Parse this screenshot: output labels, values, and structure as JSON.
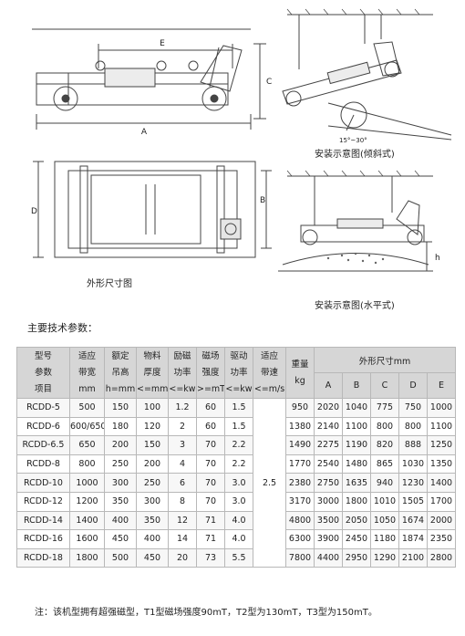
{
  "captions": {
    "outline": "外形尺寸图",
    "incline": "安装示意图(倾斜式)",
    "horizontal": "安装示意图(水平式)"
  },
  "dimension_letters": {
    "a": "A",
    "b": "B",
    "c": "C",
    "d": "D",
    "e": "E",
    "h": "h",
    "angle": "15°~30°"
  },
  "section_title": "主要技术参数：",
  "table": {
    "headers": [
      [
        "型号",
        "参数",
        "项目"
      ],
      [
        "适应",
        "带宽",
        "mm"
      ],
      [
        "额定",
        "吊高",
        "h=mm"
      ],
      [
        "物料",
        "厚度",
        "<=mm"
      ],
      [
        "励磁",
        "功率",
        "<=kw"
      ],
      [
        "磁场",
        "强度",
        ">=mT"
      ],
      [
        "驱动",
        "功率",
        "<=kw"
      ],
      [
        "适应",
        "带速",
        "<=m/s"
      ]
    ],
    "weight_header": [
      "重量",
      "kg"
    ],
    "outline_header": "外形尺寸mm",
    "dim_cols": [
      "A",
      "B",
      "C",
      "D",
      "E"
    ],
    "merged_speed": "2.5",
    "rows": [
      [
        "RCDD-5",
        "500",
        "150",
        "100",
        "1.2",
        "60",
        "1.5",
        "950",
        "2020",
        "1040",
        "775",
        "750",
        "1000"
      ],
      [
        "RCDD-6",
        "600/650",
        "180",
        "120",
        "2",
        "60",
        "1.5",
        "1380",
        "2140",
        "1100",
        "800",
        "800",
        "1100"
      ],
      [
        "RCDD-6.5",
        "650",
        "200",
        "150",
        "3",
        "70",
        "2.2",
        "1490",
        "2275",
        "1190",
        "820",
        "888",
        "1250"
      ],
      [
        "RCDD-8",
        "800",
        "250",
        "200",
        "4",
        "70",
        "2.2",
        "1770",
        "2540",
        "1480",
        "865",
        "1030",
        "1350"
      ],
      [
        "RCDD-10",
        "1000",
        "300",
        "250",
        "6",
        "70",
        "3.0",
        "2380",
        "2750",
        "1635",
        "940",
        "1230",
        "1400"
      ],
      [
        "RCDD-12",
        "1200",
        "350",
        "300",
        "8",
        "70",
        "3.0",
        "3170",
        "3000",
        "1800",
        "1010",
        "1505",
        "1700"
      ],
      [
        "RCDD-14",
        "1400",
        "400",
        "350",
        "12",
        "71",
        "4.0",
        "4800",
        "3500",
        "2050",
        "1050",
        "1674",
        "2000"
      ],
      [
        "RCDD-16",
        "1600",
        "450",
        "400",
        "14",
        "71",
        "4.0",
        "6300",
        "3900",
        "2450",
        "1180",
        "1874",
        "2350"
      ],
      [
        "RCDD-18",
        "1800",
        "500",
        "450",
        "20",
        "73",
        "5.5",
        "7800",
        "4400",
        "2950",
        "1290",
        "2100",
        "2800"
      ]
    ]
  },
  "note": "注：该机型拥有超强磁型，T1型磁场强度90mT，T2型为130mT，T3型为150mT。"
}
